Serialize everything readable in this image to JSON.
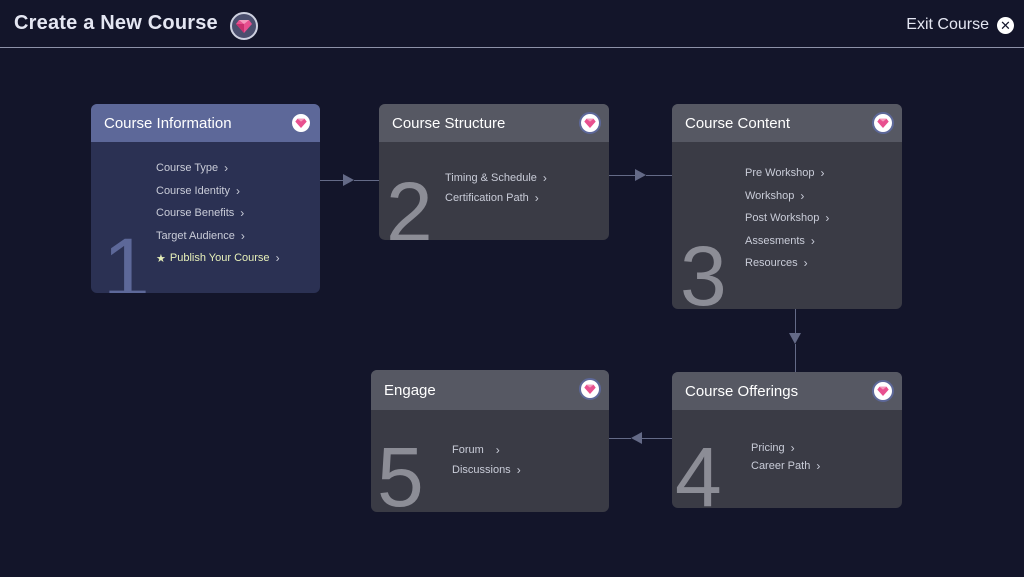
{
  "header": {
    "title": "Create a New Course",
    "exit_label": "Exit Course",
    "logo_icon": "gem-icon",
    "close_icon": "close-icon"
  },
  "colors": {
    "background": "#13152a",
    "active_card": "#2b3153",
    "active_header": "#5d6899",
    "card": "#3a3b45",
    "card_header": "#565863",
    "highlight": "#e7f0b9",
    "gem": "#e8508f"
  },
  "steps": [
    {
      "number": "1",
      "title": "Course Information",
      "active": true,
      "items": [
        {
          "label": "Course Type"
        },
        {
          "label": "Course Identity"
        },
        {
          "label": "Course Benefits"
        },
        {
          "label": "Target Audience"
        },
        {
          "label": "Publish Your Course",
          "icon": "star-icon"
        }
      ]
    },
    {
      "number": "2",
      "title": "Course Structure",
      "items": [
        {
          "label": "Timing & Schedule"
        },
        {
          "label": "Certification Path"
        }
      ]
    },
    {
      "number": "3",
      "title": "Course Content",
      "items": [
        {
          "label": "Pre Workshop"
        },
        {
          "label": "Workshop"
        },
        {
          "label": "Post Workshop"
        },
        {
          "label": "Assesments"
        },
        {
          "label": "Resources"
        }
      ]
    },
    {
      "number": "4",
      "title": "Course Offerings",
      "items": [
        {
          "label": "Pricing"
        },
        {
          "label": "Career Path"
        }
      ]
    },
    {
      "number": "5",
      "title": "Engage",
      "items": [
        {
          "label": "Forum"
        },
        {
          "label": "Discussions"
        }
      ]
    }
  ]
}
